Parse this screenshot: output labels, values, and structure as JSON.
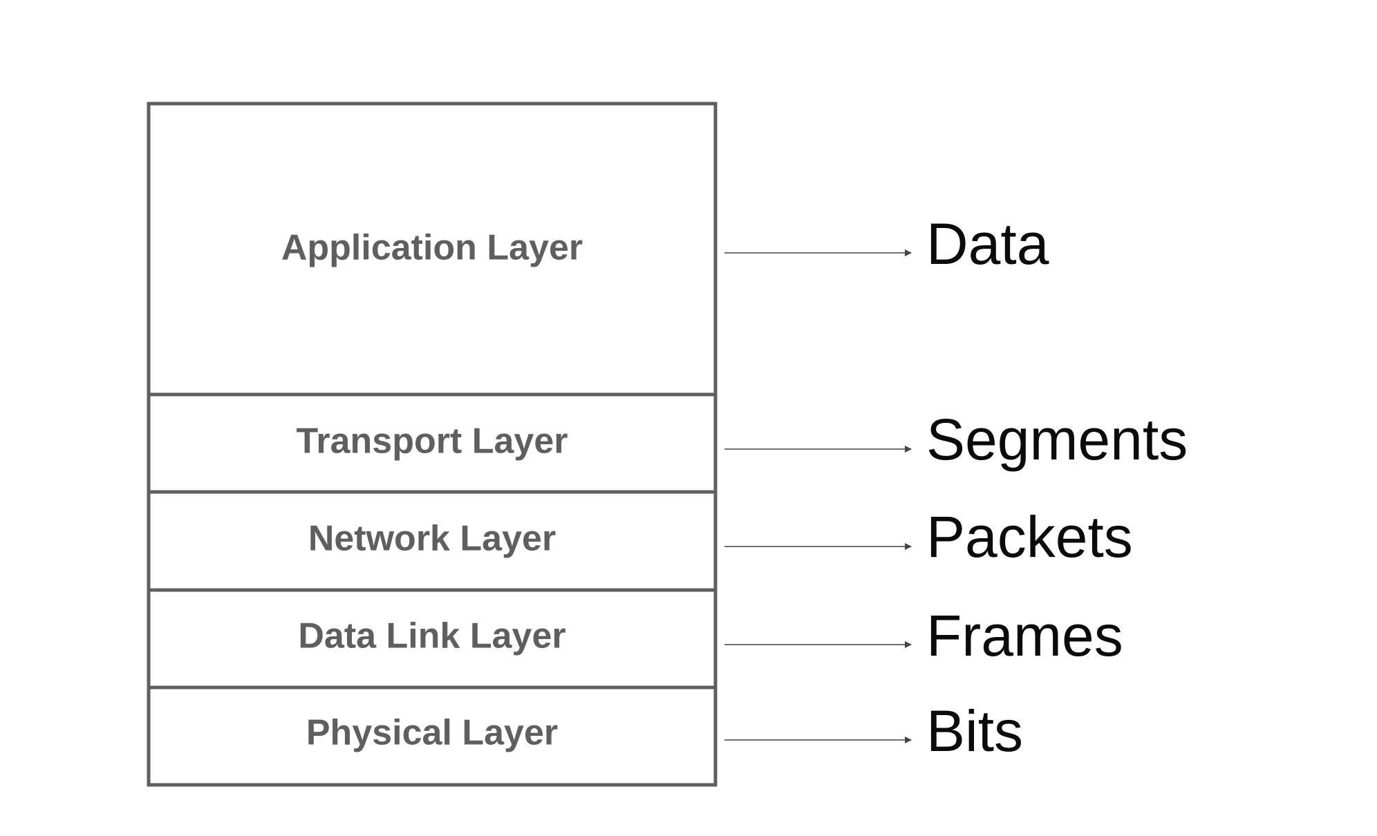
{
  "diagram": {
    "rows": [
      {
        "layer": "Application Layer",
        "unit": "Data"
      },
      {
        "layer": "Transport Layer",
        "unit": "Segments"
      },
      {
        "layer": "Network Layer",
        "unit": "Packets"
      },
      {
        "layer": "Data Link Layer",
        "unit": "Frames"
      },
      {
        "layer": "Physical Layer",
        "unit": "Bits"
      }
    ],
    "colors": {
      "border": "#5f5f5f",
      "layer_text": "#5f5f5f",
      "unit_text": "#0b0b0b",
      "arrow": "#444444"
    }
  }
}
